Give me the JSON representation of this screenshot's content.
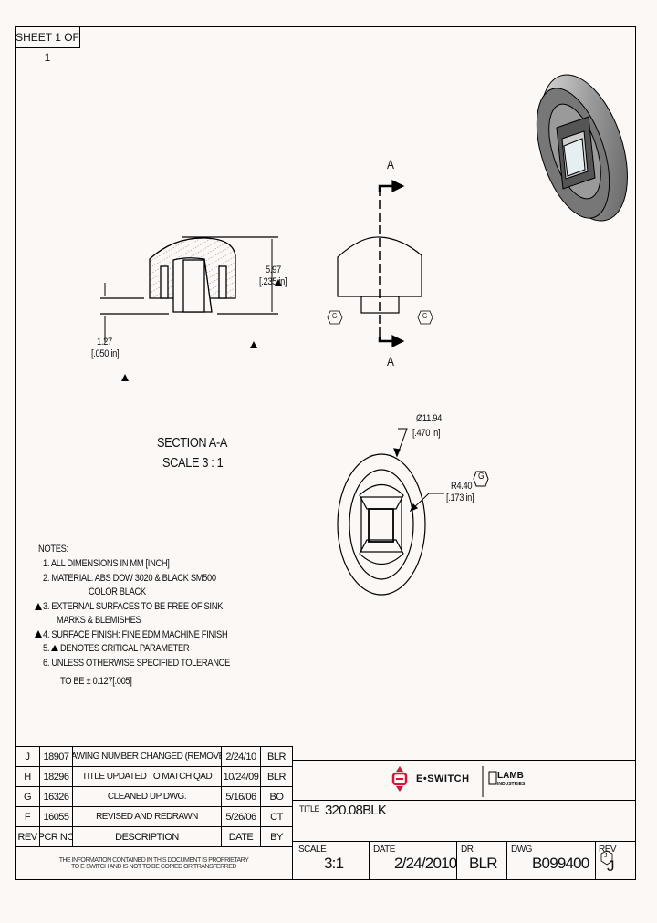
{
  "sheet_label": "SHEET 1 OF 1",
  "section_views": {
    "section_letter": "A",
    "section_title": "SECTION  A-A",
    "section_scale": "SCALE 3 : 1",
    "height_dim_mm": "5.97",
    "height_dim_in": "[.235 in]",
    "step_dim_mm": "1.27",
    "step_dim_in": "[.050 in]",
    "diameter_dim_mm": "Ø11.94",
    "diameter_dim_in": "[.470 in]",
    "radius_dim_mm": "R4.40",
    "radius_dim_in": "[.173 in]",
    "rev_tag": "G",
    "dwg_rev_tag": "J"
  },
  "notes": {
    "heading": "NOTES:",
    "items": [
      "1. ALL DIMENSIONS IN MM [INCH]",
      "2. MATERIAL: ABS DOW 3020 & BLACK SM500",
      "COLOR BLACK",
      "3. EXTERNAL SURFACES TO BE FREE OF SINK",
      "MARKS & BLEMISHES",
      "4. SURFACE FINISH: FINE EDM MACHINE FINISH",
      "5.",
      "DENOTES CRITICAL PARAMETER",
      "6. UNLESS OTHERWISE SPECIFIED TOLERANCE",
      "TO BE ± 0.127[.005]"
    ]
  },
  "revision_table": {
    "headers": [
      "REV",
      "PCR NO",
      "DESCRIPTION",
      "DATE",
      "BY"
    ],
    "rows": [
      [
        "J",
        "18907",
        "DRAWING NUMBER CHANGED (REMOVE H)",
        "2/24/10",
        "BLR"
      ],
      [
        "H",
        "18296",
        "TITLE UPDATED TO MATCH QAD",
        "10/24/09",
        "BLR"
      ],
      [
        "G",
        "16326",
        "CLEANED UP DWG.",
        "5/16/06",
        "BO"
      ],
      [
        "F",
        "16055",
        "REVISED AND REDRAWN",
        "5/26/06",
        "CT"
      ]
    ],
    "notice": [
      "THE INFORMATION CONTAINED IN THIS DOCUMENT IS PROPRIETARY",
      "TO E-SWITCH AND IS NOT TO BE COPIED OR TRANSFERRED"
    ]
  },
  "title_block": {
    "logo_eswitch": "E•SWITCH",
    "logo_lamb": "LAMB",
    "logo_lamb_sub": "INDUSTRIES",
    "title_label": "TITLE",
    "title_value": "320.08BLK",
    "scale_label": "SCALE",
    "scale_value": "3:1",
    "date_label": "DATE",
    "date_value": "2/24/2010",
    "dr_label": "DR",
    "dr_value": "BLR",
    "dwg_label": "DWG",
    "dwg_value": "B099400",
    "rev_label": "REV",
    "rev_value": "J",
    "brand_color": "#d4143c"
  }
}
